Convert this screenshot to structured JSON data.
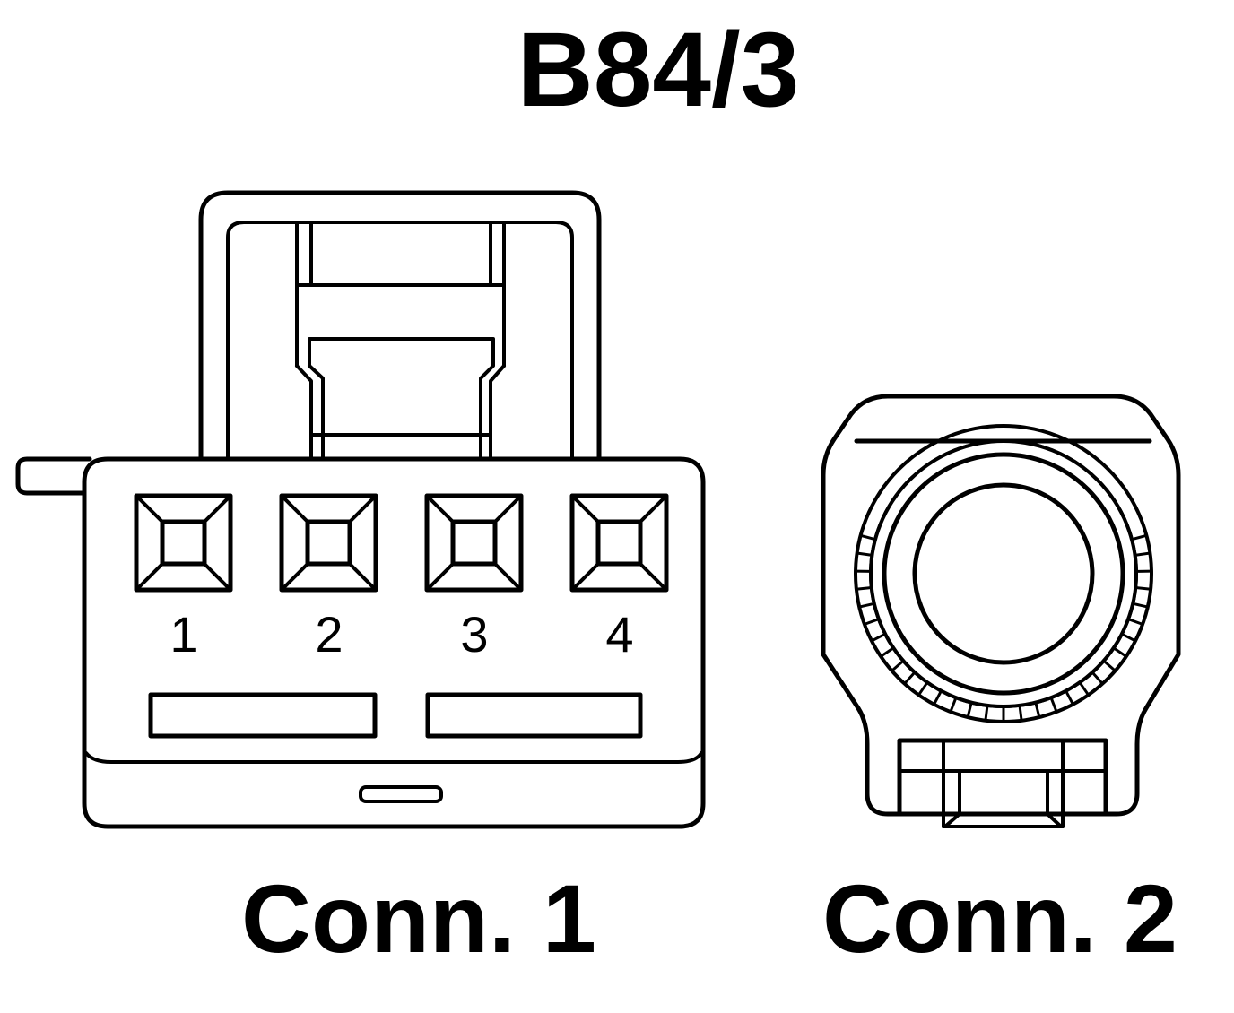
{
  "title": "B84/3",
  "connector_1": {
    "label": "Conn. 1",
    "pins": [
      "1",
      "2",
      "3",
      "4"
    ]
  },
  "connector_2": {
    "label": "Conn. 2"
  },
  "colors": {
    "line": "#000000",
    "background": "#ffffff"
  }
}
